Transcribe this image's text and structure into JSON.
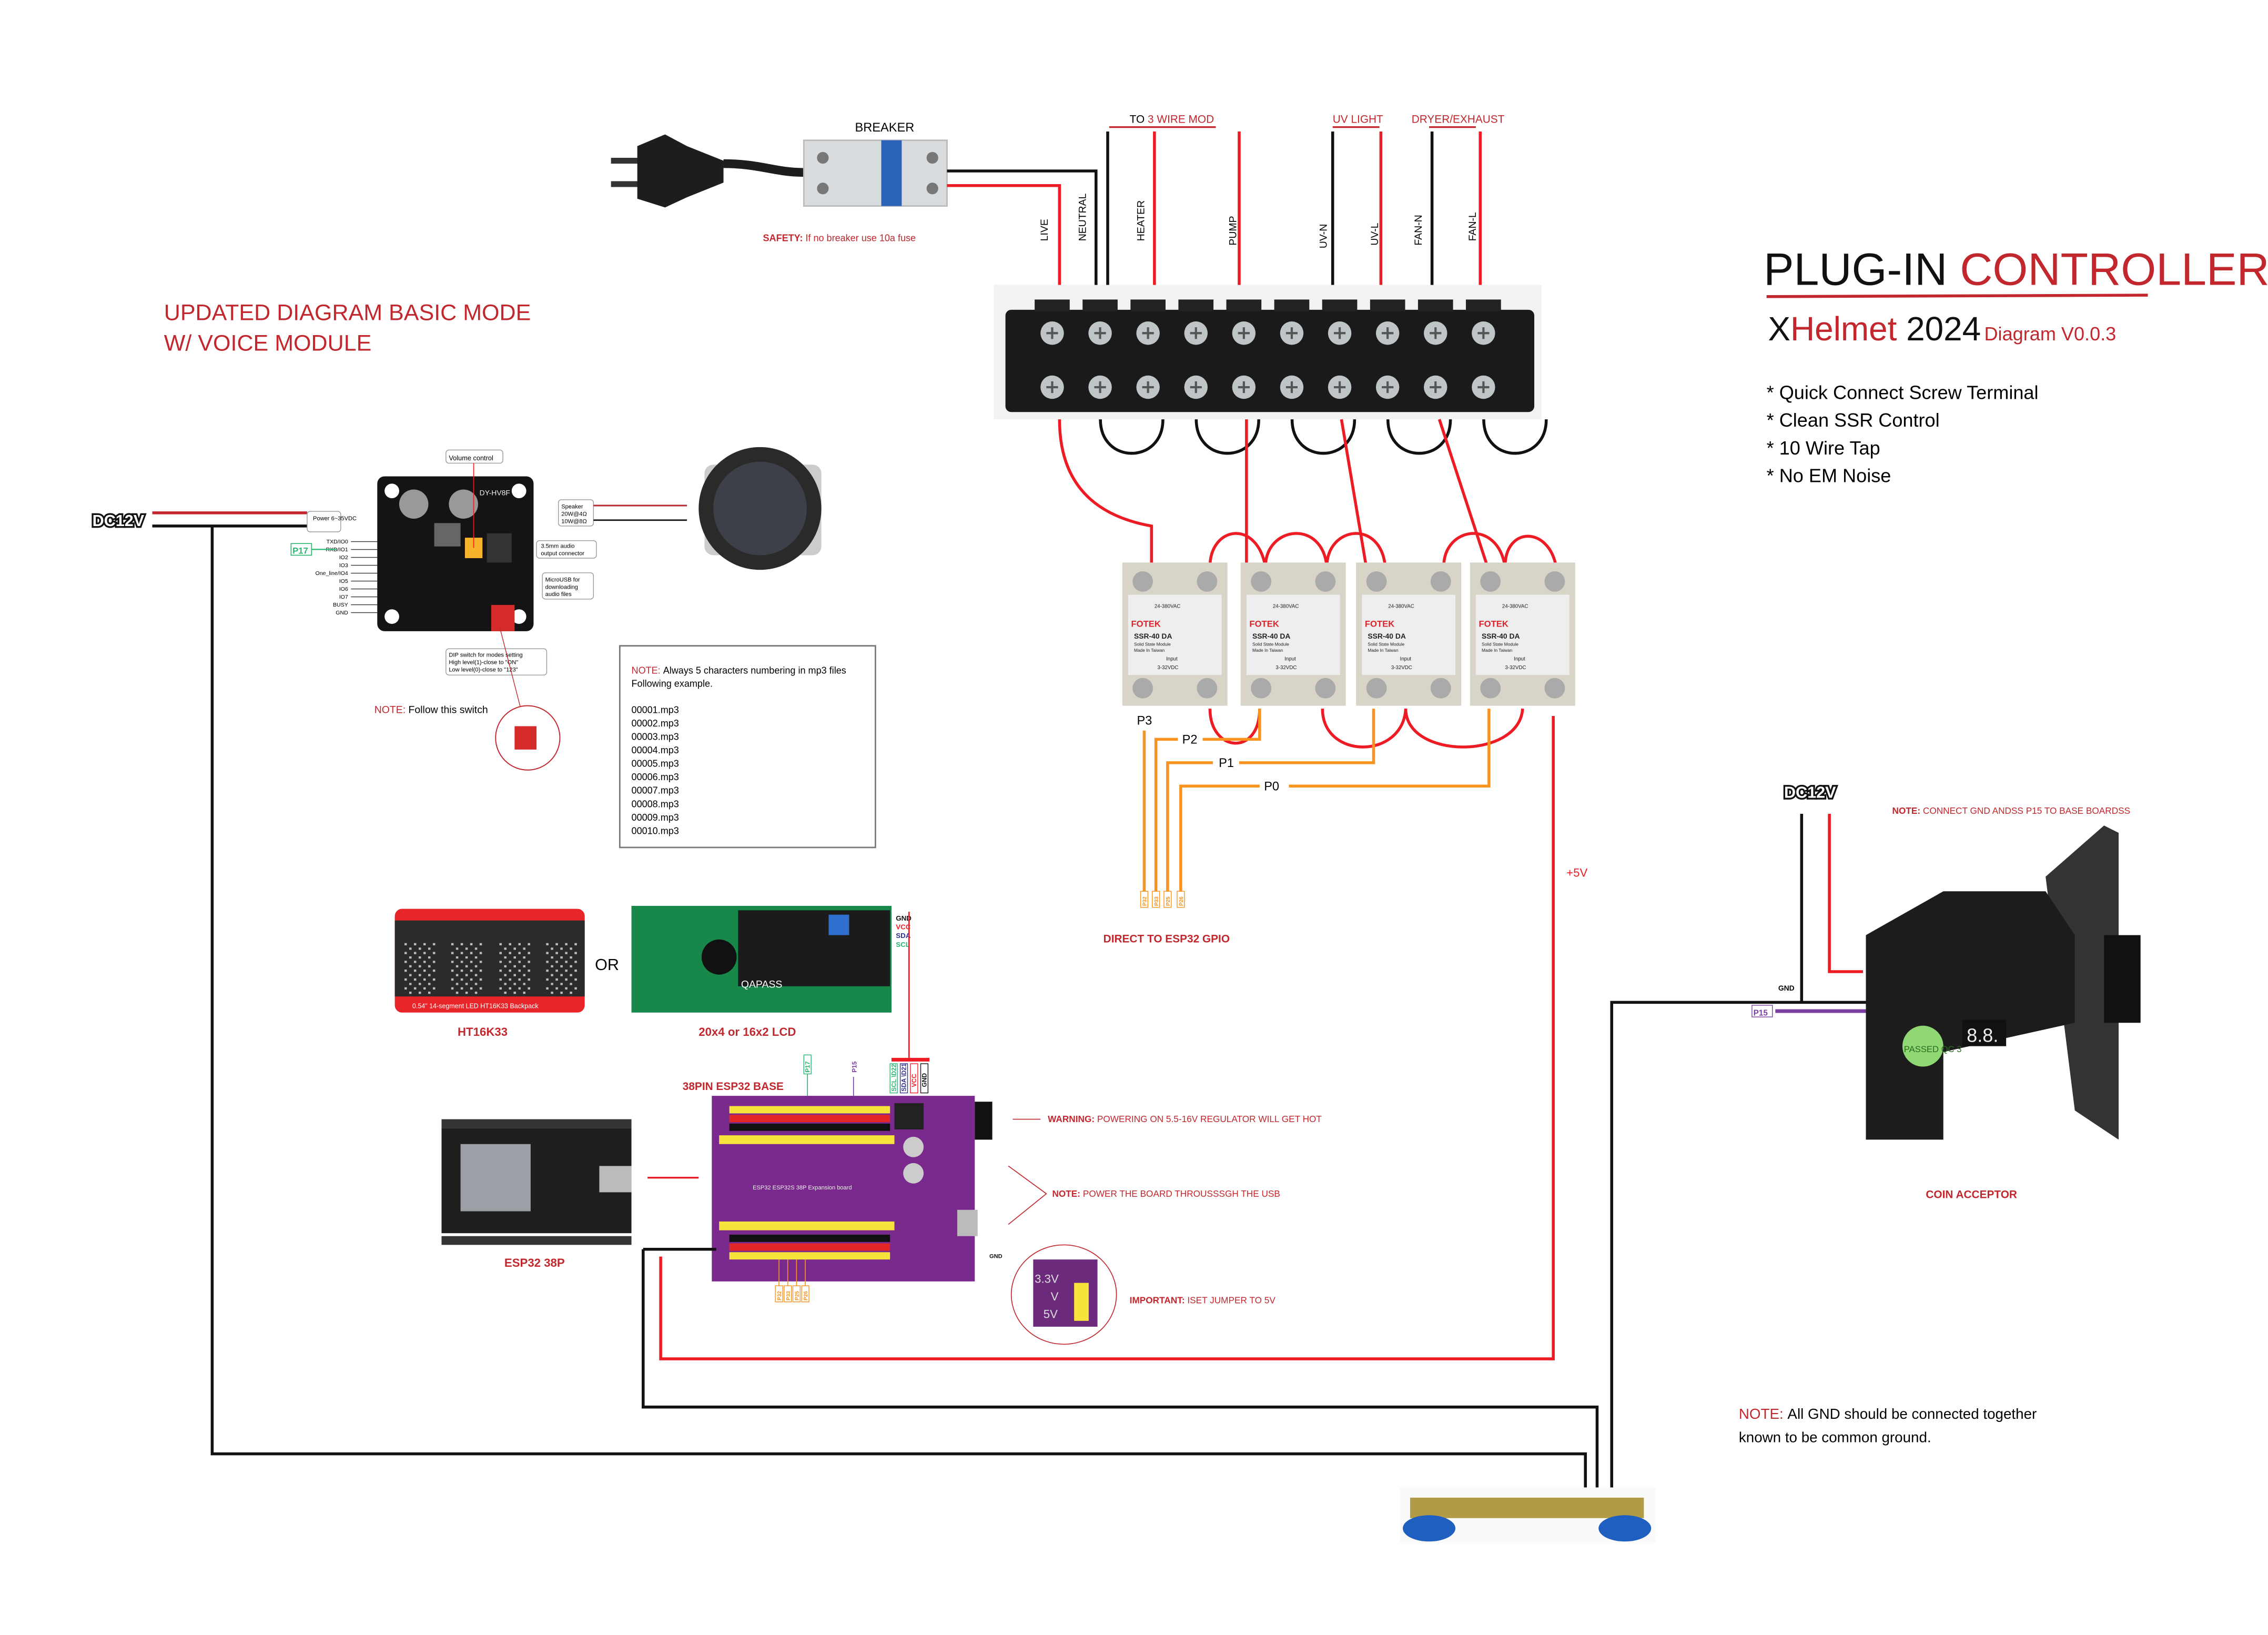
{
  "colors": {
    "accent_red": "#c1272d",
    "wire_red": "#ed1c24",
    "wire_orange": "#f7931e",
    "wire_black": "#111111",
    "wire_purple": "#7b3fa0",
    "wire_green": "#2bb673",
    "esp_base_purple": "#7a2a8c"
  },
  "left_title": {
    "line1": "UPDATED DIAGRAM BASIC MODE",
    "line2": "W/ VOICE MODULE"
  },
  "right_title": {
    "main_black": "PLUG-IN",
    "main_red": "CONTROLLER",
    "sub_x": "X",
    "sub_helmet": "Helmet",
    "sub_year": "2024",
    "version": "Diagram V0.0.3",
    "features": [
      "* Quick Connect Screw Terminal",
      "* Clean SSR Control",
      "* 10 Wire Tap",
      "* No EM Noise"
    ]
  },
  "mains": {
    "breaker_label": "BREAKER",
    "safety_label": "SAFETY:",
    "safety_text": "If no breaker use 10a fuse",
    "top_labels": {
      "to": "TO",
      "three_wire": "3 WIRE MOD",
      "uv_light": "UV LIGHT",
      "dryer": "DRYER/EXHAUST"
    },
    "wire_labels": [
      "LIVE",
      "NEUTRAL",
      "HEATER",
      "PUMP",
      "UV-N",
      "UV-L",
      "FAN-N",
      "FAN-L"
    ]
  },
  "ssr": {
    "count": 4,
    "brand": "FOTEK",
    "model": "SSR-40 DA",
    "desc": "Solid State Module",
    "made": "Made In Taiwan",
    "ac_rating": "24-380VAC",
    "dc_rating": "3-32VDC",
    "input": "Input",
    "channels": [
      "P3",
      "P2",
      "P1",
      "P0"
    ],
    "gpio_pins": [
      "P32",
      "P33",
      "P25",
      "P26"
    ],
    "gpio_label": "DIRECT TO ESP32 GPIO",
    "power_label": "+5V"
  },
  "voice_module": {
    "dc_label": "DC12V",
    "board_name": "DY-HV8F",
    "volume": "Volume control",
    "power": "Power 6~35VDC",
    "speaker": [
      "Speaker",
      "20W@4Ω",
      "10W@8Ω"
    ],
    "audio": [
      "3.5mm audio",
      "output connector"
    ],
    "usb": [
      "MicroUSB for",
      "downloading",
      "audio files"
    ],
    "pins": [
      "TXD/IO0",
      "RXD/IO1",
      "IO2",
      "IO3",
      "One_line/IO4",
      "IO5",
      "IO6",
      "IO7",
      "BUSY",
      "GND"
    ],
    "p17": "P17",
    "dip": [
      "DIP switch for modes setting",
      "High level(1)-close to  \"ON\"",
      "Low level(0)-close to  \"123\""
    ],
    "note_label": "NOTE:",
    "note_text": "Follow this switch"
  },
  "mp3_note": {
    "label": "NOTE:",
    "text": "Always 5 characters numbering in mp3 files",
    "text2": "Following example.",
    "files": [
      "00001.mp3",
      "00002.mp3",
      "00003.mp3",
      "00004.mp3",
      "00005.mp3",
      "00006.mp3",
      "00007.mp3",
      "00008.mp3",
      "00009.mp3",
      "00010.mp3"
    ]
  },
  "displays": {
    "ht16k33_label": "HT16K33",
    "ht16k33_caption": "0.54\" 14-segment LED HT16K33 Backpack",
    "or": "OR",
    "lcd_label": "20x4 or 16x2 LCD",
    "lcd_brand": "QAPASS",
    "lcd_pins": [
      "GND",
      "VCC",
      "SDA",
      "SCL"
    ]
  },
  "esp32": {
    "board_label": "ESP32 38P",
    "base_label": "38PIN ESP32 BASE",
    "base_silk": "ESP32 ESP32S 38P Expansion board",
    "header_pins": [
      "SCL \\D22",
      "SDA \\D21",
      "VCC",
      "GND"
    ],
    "p17": "P17",
    "p15": "P15",
    "gnd": "GND",
    "bottom_pins": [
      "P32",
      "P33",
      "P25",
      "P26"
    ],
    "warning_label": "WARNING:",
    "warning_text": "POWERING ON 5.5-16V REGULATOR WILL GET HOT",
    "note_label": "NOTE:",
    "note_text": "POWER THE BOARD THROUSSSGH THE USB",
    "important_label": "IMPORTANT:",
    "important_text": "ISET JUMPER TO 5V",
    "jumper": [
      "3.3V",
      "V",
      "5V"
    ]
  },
  "coin": {
    "dc_label": "DC12V",
    "note_label": "NOTE:",
    "note_text": "CONNECT GND ANDSS P15 TO BASE BOARDSS",
    "gnd": "GND",
    "p15": "P15",
    "label": "COIN ACCEPTOR",
    "qc": "PASSED QC 3",
    "display": "8.8."
  },
  "ground_note": {
    "label": "NOTE:",
    "line1": "All GND should be connected together",
    "line2": "known to be common ground."
  }
}
